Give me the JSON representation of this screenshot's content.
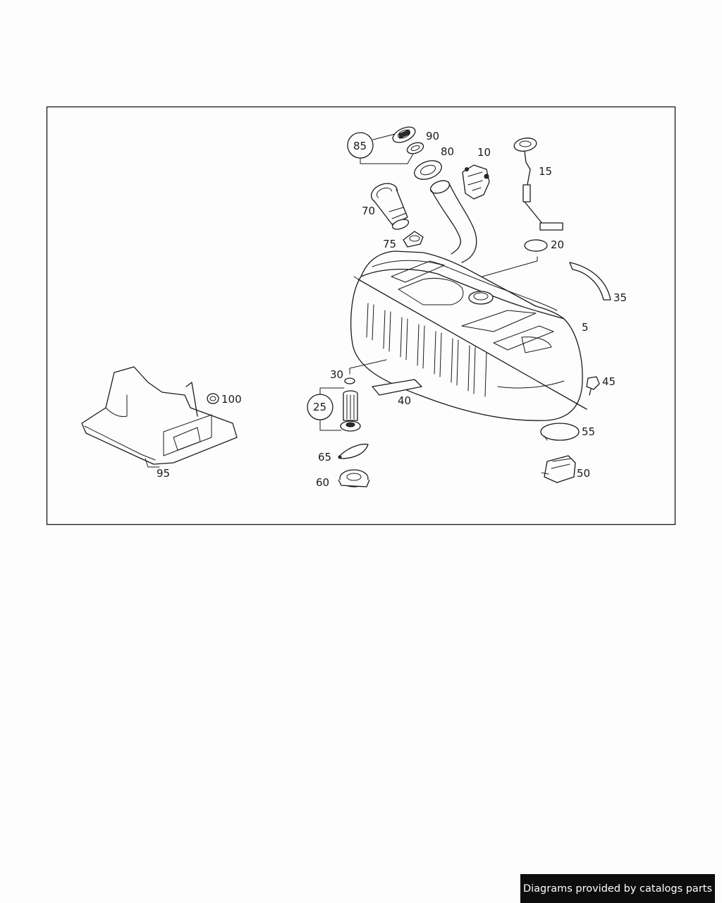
{
  "diagram": {
    "callouts": {
      "n5": "5",
      "n10": "10",
      "n15": "15",
      "n20": "20",
      "n25": "25",
      "n30": "30",
      "n35": "35",
      "n40": "40",
      "n45": "45",
      "n50": "50",
      "n55": "55",
      "n60": "60",
      "n65": "65",
      "n70": "70",
      "n75": "75",
      "n80": "80",
      "n85": "85",
      "n90": "90",
      "n95": "95",
      "n100": "100"
    }
  },
  "footer": {
    "text": "Diagrams provided by catalogs parts"
  }
}
